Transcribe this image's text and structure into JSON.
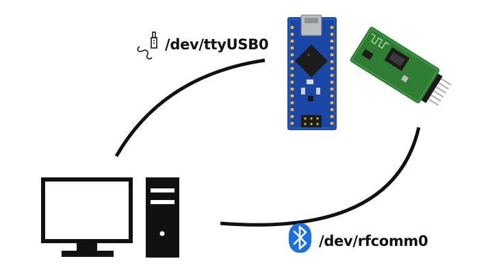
{
  "labels": {
    "usb_device": "/dev/ttyUSB0",
    "bluetooth_device": "/dev/rfcomm0"
  },
  "icons": {
    "usb": "usb-plug-icon",
    "bluetooth": "bluetooth-icon"
  },
  "nodes": {
    "computer": [
      "monitor",
      "tower"
    ],
    "hardware": [
      "arduino-nano",
      "hc-05-bluetooth-module"
    ]
  },
  "colors": {
    "line": "#111111",
    "bluetooth_blue": "#1d6fe0",
    "arduino_board": "#1a47a6",
    "bt_module_pcb": "#2e7d32"
  }
}
